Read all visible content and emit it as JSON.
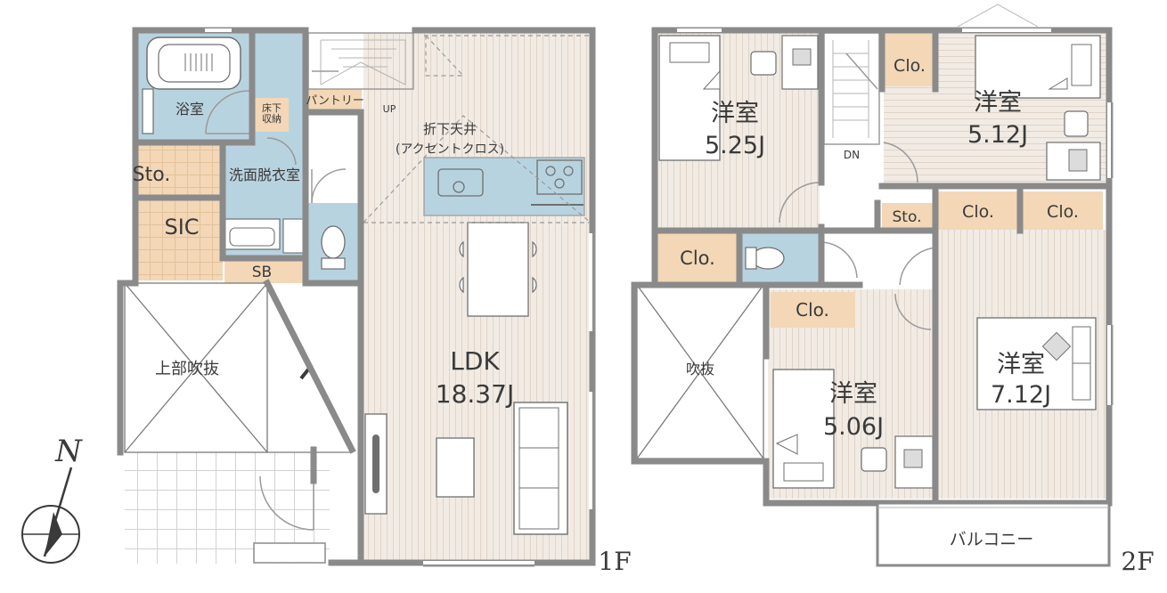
{
  "floor1": {
    "floor_label": "1F",
    "bath": "浴室",
    "underfloor_storage": "床下\n収納",
    "pantry": "パントリー",
    "up_marker": "UP",
    "ceiling_note_line1": "折下天井",
    "ceiling_note_line2": "(アクセントクロス)",
    "storage": "Sto.",
    "washroom": "洗面脱衣室",
    "sic": "SIC",
    "shoe_box": "SB",
    "void": "上部吹抜",
    "ldk_name": "LDK",
    "ldk_size": "18.37J"
  },
  "floor2": {
    "floor_label": "2F",
    "room_nw_name": "洋室",
    "room_nw_size": "5.25J",
    "room_ne_name": "洋室",
    "room_ne_size": "5.12J",
    "room_sc_name": "洋室",
    "room_sc_size": "5.06J",
    "room_se_name": "洋室",
    "room_se_size": "7.12J",
    "closet_ne": "Clo.",
    "closet_w": "Clo.",
    "closet_sc": "Clo.",
    "closet_e1": "Clo.",
    "closet_e2": "Clo.",
    "storage": "Sto.",
    "dn_marker": "DN",
    "void": "吹抜",
    "balcony": "バルコニー"
  },
  "compass": {
    "north_label": "N"
  },
  "colors": {
    "wood_floor": "#f1ebe4",
    "wet_area": "#b8d3e0",
    "storage": "#f3d7b6",
    "wall": "#8a8a8a",
    "text": "#3a3a3a"
  }
}
